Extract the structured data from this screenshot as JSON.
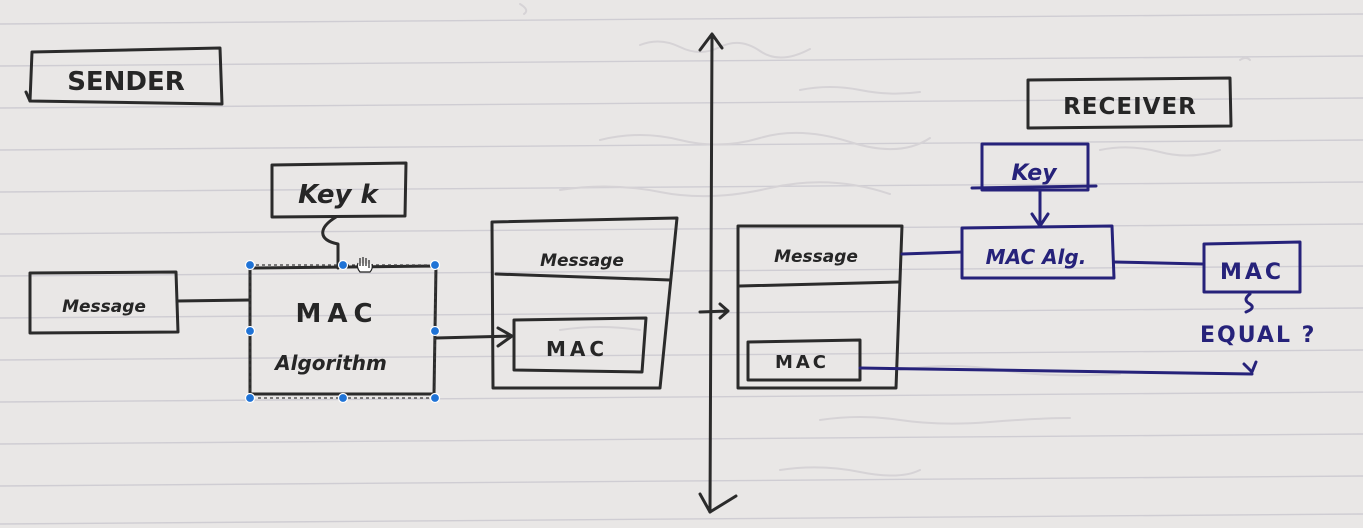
{
  "sender": {
    "title": "SENDER",
    "message_label": "Message",
    "key_label": "Key k",
    "mac_algorithm_line1": "MAC",
    "mac_algorithm_line2": "Algorithm",
    "packet_message_label": "Message",
    "packet_mac_label": "MAC"
  },
  "receiver": {
    "title": "RECEIVER",
    "key_label": "Key",
    "packet_message_label": "Message",
    "packet_mac_label": "MAC",
    "mac_algorithm_label": "MAC Alg.",
    "computed_mac_label": "MAC",
    "compare_label": "EQUAL ?"
  },
  "ink_colors": {
    "sender": "#2b2b2b",
    "receiver": "#26227a",
    "selection_handle": "#1f73d6"
  }
}
